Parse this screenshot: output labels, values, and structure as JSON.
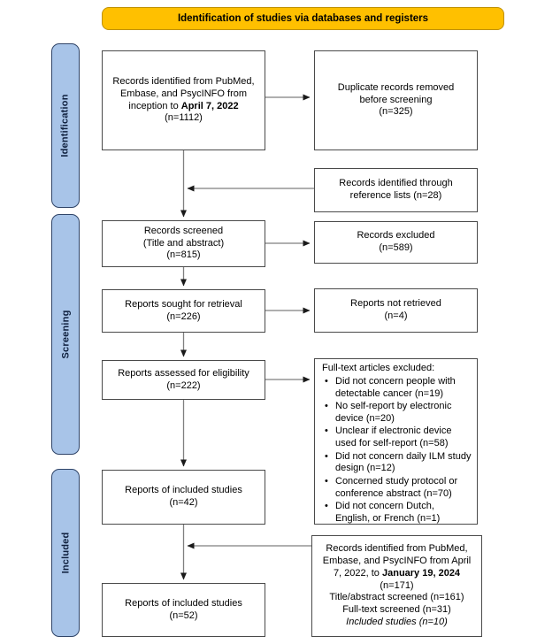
{
  "banner": {
    "label": "Identification of studies via databases and registers"
  },
  "sidebar": {
    "stages": [
      {
        "label": "Identification"
      },
      {
        "label": "Screening"
      },
      {
        "label": "Included"
      }
    ]
  },
  "boxes": {
    "records_identified": {
      "text_before": "Records identified from PubMed, Embase, and PsycINFO from inception to ",
      "date_bold": "April 7, 2022",
      "count": "(n=1112)"
    },
    "duplicates_removed": {
      "line1": "Duplicate records removed",
      "line2": "before screening",
      "count": "(n=325)"
    },
    "reference_lists": {
      "line1": "Records identified through",
      "line2": "reference lists (n=28)"
    },
    "records_screened": {
      "line1": "Records screened",
      "line2": "(Title and abstract)",
      "count": "(n=815)"
    },
    "records_excluded": {
      "line1": "Records excluded",
      "count": "(n=589)"
    },
    "reports_sought": {
      "line1": "Reports sought for retrieval",
      "count": "(n=226)"
    },
    "reports_not_retrieved": {
      "line1": "Reports not retrieved",
      "count": "(n=4)"
    },
    "reports_assessed": {
      "line1": "Reports assessed for eligibility",
      "count": "(n=222)"
    },
    "fulltext_excluded": {
      "title": "Full-text articles excluded:",
      "items": [
        "Did not concern people with detectable cancer (n=19)",
        "No self-report by electronic device (n=20)",
        "Unclear if electronic device used for self-report (n=58)",
        "Did not concern daily ILM study design (n=12)",
        "Concerned study protocol or conference abstract (n=70)",
        "Did not concern Dutch, English, or French (n=1)"
      ]
    },
    "included_reports_initial": {
      "line1": "Reports of included studies",
      "count": "(n=42)"
    },
    "update_search": {
      "text_before": "Records identified from PubMed, Embase, and PsycINFO from April 7, 2022, to ",
      "date_bold": "January 19, 2024",
      "count": "(n=171)",
      "line_title_abstract": "Title/abstract screened (n=161)",
      "line_fulltext": "Full-text screened (n=31)",
      "line_included_italic": "Included studies (n=10)"
    },
    "included_reports_final": {
      "line1": "Reports of included studies",
      "count": "(n=52)"
    }
  },
  "colors": {
    "banner_bg": "#FFC000",
    "banner_border": "#BF9000",
    "stage_bg": "#A8C4E8",
    "stage_border": "#2F4468",
    "box_border": "#4A4A4A",
    "arrow_line": "#7F7F7F",
    "arrow_head": "#1A1A1A"
  }
}
